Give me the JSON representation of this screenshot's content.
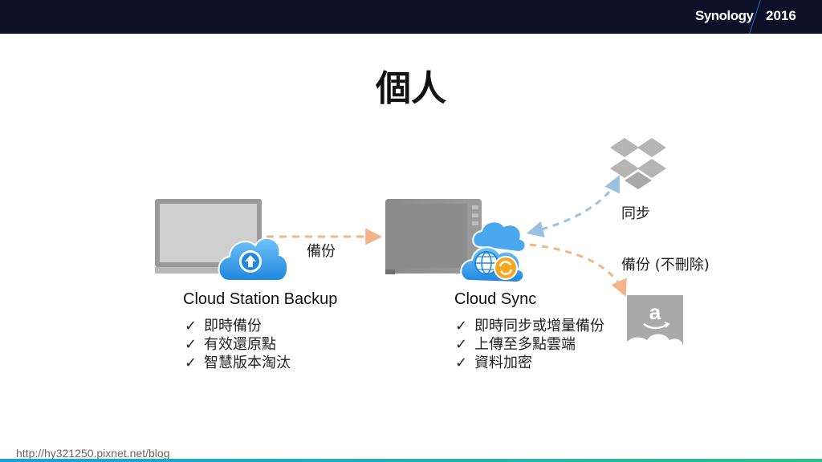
{
  "header": {
    "brand": "Synology",
    "year": "2016"
  },
  "title": "個人",
  "arrows": {
    "backup_label": "備份",
    "sync_label": "同步",
    "backup_nodelete_label": "備份 (不刪除)"
  },
  "left": {
    "heading": "Cloud Station Backup",
    "items": [
      "即時備份",
      "有效還原點",
      "智慧版本淘汰"
    ]
  },
  "right": {
    "heading": "Cloud Sync",
    "items": [
      "即時同步或增量備份",
      "上傳至多點雲端",
      "資料加密"
    ]
  },
  "check_glyph": "✓",
  "footer": "http://hy321250.pixnet.net/blog",
  "colors": {
    "accent_blue": "#2a8fe0",
    "arrow_orange": "#f3b489",
    "arrow_blue": "#9cc0e0"
  },
  "icons": [
    "monitor-icon",
    "cloud-upload-icon",
    "nas-icon",
    "cloud-sync-icon",
    "dropbox-icon",
    "amazon-icon"
  ]
}
